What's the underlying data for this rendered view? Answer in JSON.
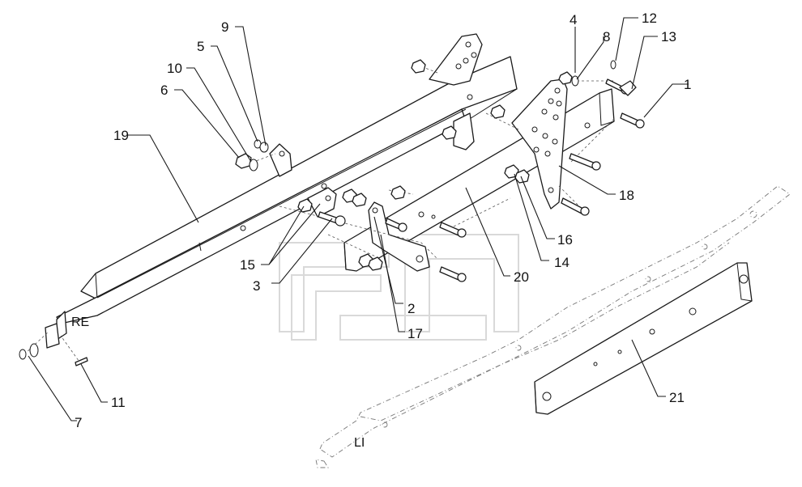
{
  "diagram": {
    "callouts": [
      "1",
      "2",
      "3",
      "4",
      "5",
      "6",
      "7",
      "8",
      "9",
      "10",
      "11",
      "12",
      "13",
      "14",
      "15",
      "16",
      "17",
      "18",
      "19",
      "20",
      "21"
    ],
    "side_labels": {
      "right": "RE",
      "left": "LI"
    }
  }
}
